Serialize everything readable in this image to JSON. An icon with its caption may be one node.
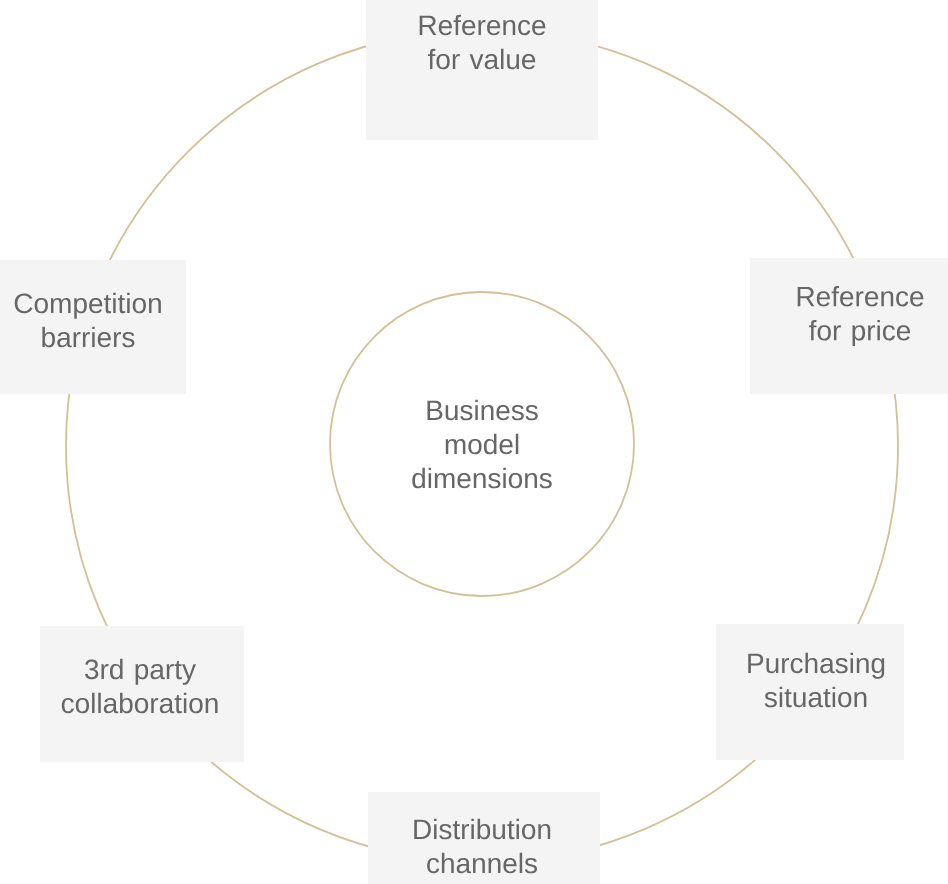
{
  "diagram": {
    "nodes": [
      {
        "text": [
          "Business model dimensions"
        ]
      },
      {
        "text": [
          "Reference for value"
        ]
      },
      {
        "text": [
          "Reference for price"
        ]
      },
      {
        "text": [
          "Purchasing situation"
        ]
      },
      {
        "text": [
          "Distribution channels"
        ]
      },
      {
        "text": [
          "3rd party collaboration"
        ]
      },
      {
        "text": [
          "Competition barriers"
        ]
      }
    ]
  }
}
